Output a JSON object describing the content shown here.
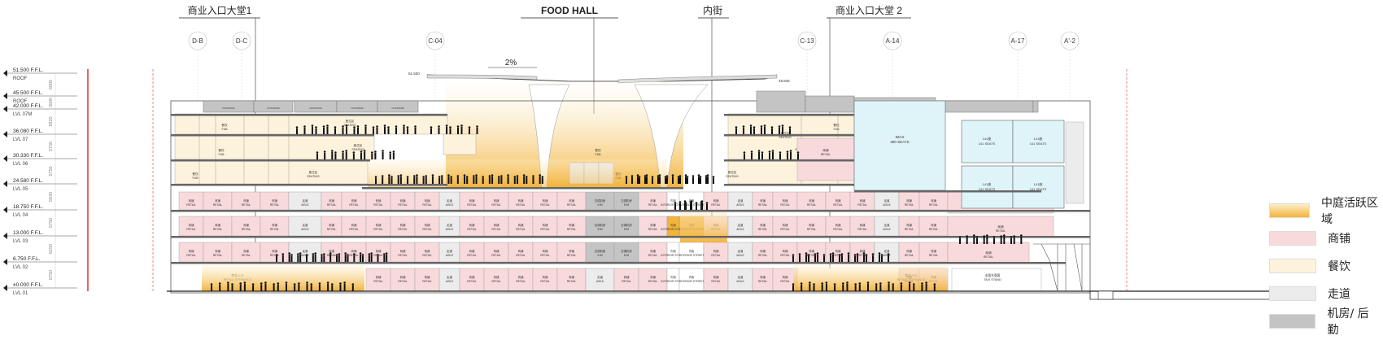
{
  "headings": {
    "lobby1": "商业入口大堂1",
    "food_hall": "FOOD HALL",
    "inner_street": "内街",
    "lobby2": "商业入口大堂 2"
  },
  "grid_labels": [
    "D-B",
    "D-C",
    "C-04",
    "C-13",
    "A-14",
    "A-17",
    "A'-2"
  ],
  "slope": "2%",
  "levels": [
    {
      "elev": "51.500 F.F.L.",
      "name": "ROOF"
    },
    {
      "elev": "45.500 F.F.L.",
      "name": "ROOF"
    },
    {
      "elev": "42.000 F.F.L.",
      "name": "LVL 07M"
    },
    {
      "elev": "36.080 F.F.L.",
      "name": "LVL 07"
    },
    {
      "elev": "30.330 F.F.L.",
      "name": "LVL 06"
    },
    {
      "elev": "24.580 F.F.L.",
      "name": "LVL 05"
    },
    {
      "elev": "18.750 F.F.L.",
      "name": "LVL 04"
    },
    {
      "elev": "13.000 F.F.L.",
      "name": "LVL 03"
    },
    {
      "elev": "6.750 F.F.L.",
      "name": "LVL 02"
    },
    {
      "elev": "±0.000 F.F.L.",
      "name": "LVL 01"
    }
  ],
  "dims": [
    "6000",
    "3500",
    "5920",
    "5750",
    "5750",
    "5830",
    "5750",
    "6250",
    "6750"
  ],
  "room_labels": {
    "seating_cn": "座位区",
    "seating_en": "SEATING",
    "fb_cn": "餐饮",
    "fb_en": "F&B",
    "retail_cn": "商铺",
    "retail_en": "RETAIL",
    "aisle_cn": "走道",
    "aisle_en": "AISLE",
    "em_cn": "空调机房",
    "em_en": "E/M",
    "street_cn": "内街",
    "street_en": "INTERIOR STREET",
    "imax_cn": "IMAX",
    "imax_en": "390 SEATS",
    "cinema_cn": "141座",
    "cinema_en": "141 SEATS",
    "entrance_cn": "商业入口",
    "entrance_en": "RETAIL ENTRANCE",
    "taxi_cn": "出租车落客",
    "taxi_en": "TAXI STAND",
    "outdoor": "OUTDOOR"
  },
  "legend": [
    {
      "label": "中庭活跃区域",
      "color": "#f2b43a",
      "color2": "#fbe6b0"
    },
    {
      "label": "商铺",
      "color": "#f9dadc",
      "color2": "#f9dadc"
    },
    {
      "label": "餐饮",
      "color": "#fdf3dc",
      "color2": "#fdf3dc"
    },
    {
      "label": "走道",
      "color": "#ececec",
      "color2": "#ececec"
    },
    {
      "label": "机房/ 后勤",
      "color": "#c4c4c4",
      "color2": "#c4c4c4"
    }
  ],
  "colors": {
    "atrium": "#f2b43a",
    "retail": "#f9dadc",
    "fnb": "#fdf3dc",
    "aisle": "#ececec",
    "mep": "#c4c4c4",
    "cinema": "#dff4f8",
    "structure": "#555555",
    "redline": "#e23c3c"
  }
}
